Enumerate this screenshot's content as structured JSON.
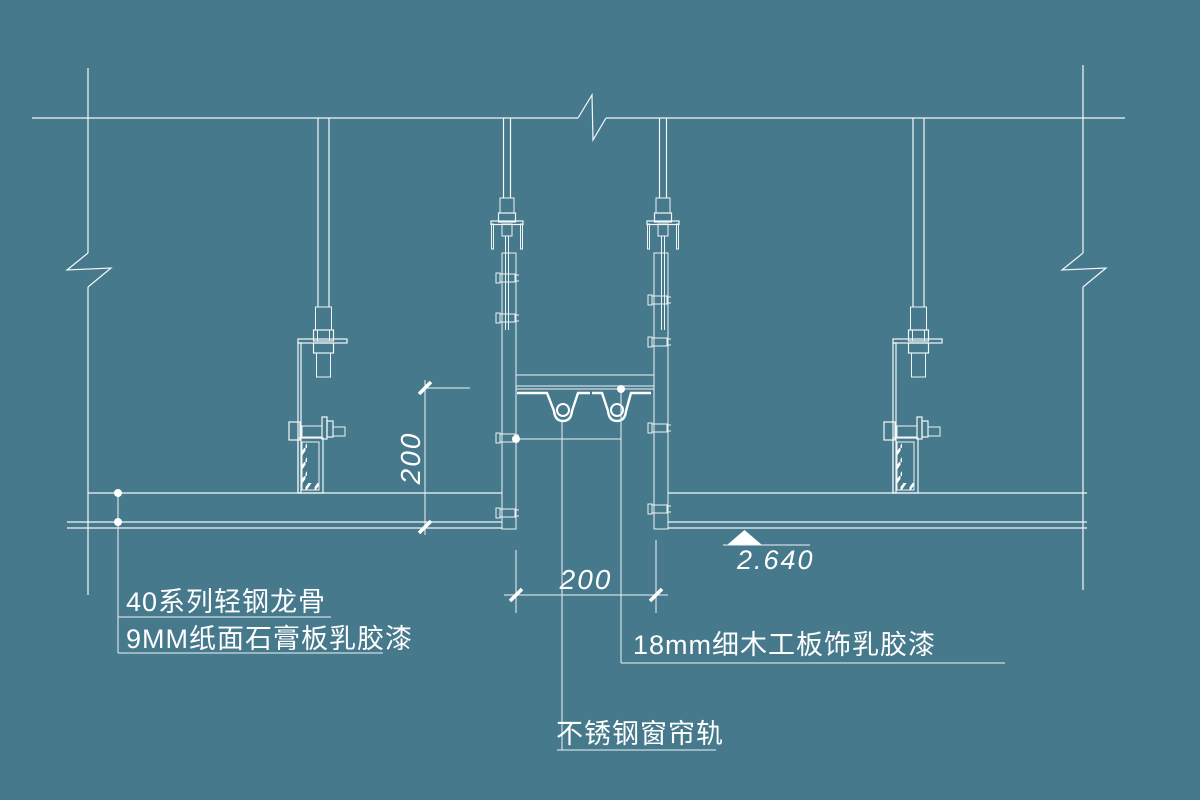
{
  "colors": {
    "background": "#45798B",
    "line": "#FFFFFF"
  },
  "labels": {
    "steel_keel": "40系列轻钢龙骨",
    "gypsum_board": "9MM纸面石膏板乳胶漆",
    "blockboard": "18mm细木工板饰乳胶漆",
    "curtain_track": "不锈钢窗帘轨"
  },
  "dimensions": {
    "vertical": "200",
    "horizontal": "200",
    "elevation": "2.640"
  }
}
